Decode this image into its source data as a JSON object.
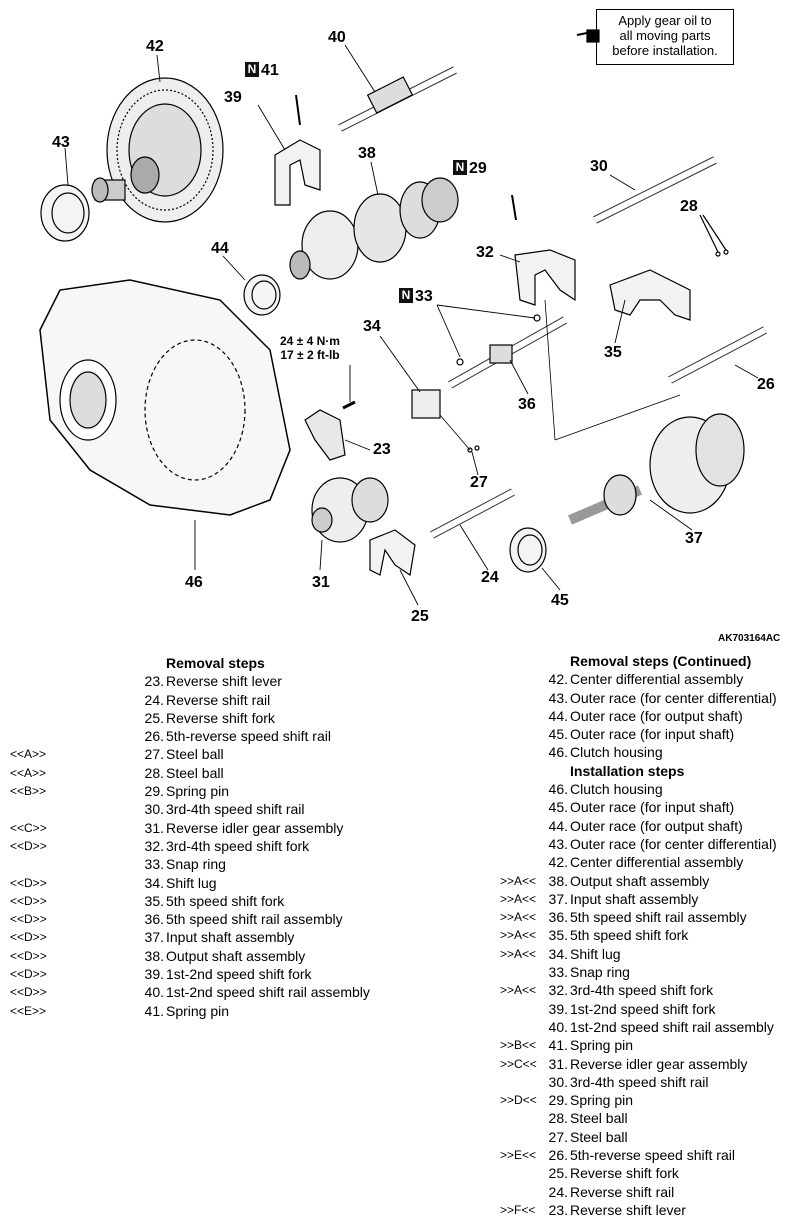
{
  "callouts": {
    "c42": "42",
    "c43": "43",
    "c40": "40",
    "c41": "41",
    "c39": "39",
    "c38": "38",
    "c29": "29",
    "c30": "30",
    "c28": "28",
    "c44": "44",
    "c32": "32",
    "c33": "33",
    "c34": "34",
    "c35": "35",
    "c36": "36",
    "c26": "26",
    "c23": "23",
    "c27": "27",
    "c46": "46",
    "c31": "31",
    "c24": "24",
    "c25": "25",
    "c45": "45",
    "c37": "37"
  },
  "n_marker": "N",
  "note": {
    "line1": "Apply gear oil to",
    "line2": "all moving parts",
    "line3": "before installation."
  },
  "torque": {
    "metric": "24 ± 4 N·m",
    "imperial": "17 ± 2 ft-lb"
  },
  "figure_id": "AK703164AC",
  "removal": {
    "title": "Removal steps",
    "steps": [
      {
        "code": "",
        "num": "23.",
        "text": "Reverse shift lever"
      },
      {
        "code": "",
        "num": "24.",
        "text": "Reverse shift rail"
      },
      {
        "code": "",
        "num": "25.",
        "text": "Reverse shift fork"
      },
      {
        "code": "",
        "num": "26.",
        "text": "5th-reverse speed shift rail"
      },
      {
        "code": "<<A>>",
        "num": "27.",
        "text": "Steel ball"
      },
      {
        "code": "<<A>>",
        "num": "28.",
        "text": "Steel ball"
      },
      {
        "code": "<<B>>",
        "num": "29.",
        "text": "Spring pin"
      },
      {
        "code": "",
        "num": "30.",
        "text": "3rd-4th speed shift rail"
      },
      {
        "code": "<<C>>",
        "num": "31.",
        "text": "Reverse idler gear assembly"
      },
      {
        "code": "<<D>>",
        "num": "32.",
        "text": "3rd-4th speed shift fork"
      },
      {
        "code": "",
        "num": "33.",
        "text": "Snap ring"
      },
      {
        "code": "<<D>>",
        "num": "34.",
        "text": "Shift lug"
      },
      {
        "code": "<<D>>",
        "num": "35.",
        "text": "5th speed shift fork"
      },
      {
        "code": "<<D>>",
        "num": "36.",
        "text": "5th speed shift rail assembly"
      },
      {
        "code": "<<D>>",
        "num": "37.",
        "text": "Input shaft assembly"
      },
      {
        "code": "<<D>>",
        "num": "38.",
        "text": "Output shaft assembly"
      },
      {
        "code": "<<D>>",
        "num": "39.",
        "text": "1st-2nd speed shift fork"
      },
      {
        "code": "<<D>>",
        "num": "40.",
        "text": "1st-2nd speed shift rail assembly"
      },
      {
        "code": "<<E>>",
        "num": "41.",
        "text": "Spring pin"
      }
    ]
  },
  "right": {
    "removal_cont_title": "Removal steps (Continued)",
    "removal_cont": [
      {
        "code": "",
        "num": "42.",
        "text": "Center differential assembly"
      },
      {
        "code": "",
        "num": "43.",
        "text": "Outer race (for center differential)"
      },
      {
        "code": "",
        "num": "44.",
        "text": "Outer race (for output shaft)"
      },
      {
        "code": "",
        "num": "45.",
        "text": "Outer race (for input shaft)"
      },
      {
        "code": "",
        "num": "46.",
        "text": "Clutch housing"
      }
    ],
    "install_title": "Installation steps",
    "install": [
      {
        "code": "",
        "num": "46.",
        "text": "Clutch housing"
      },
      {
        "code": "",
        "num": "45.",
        "text": "Outer race (for input shaft)"
      },
      {
        "code": "",
        "num": "44.",
        "text": "Outer race (for output shaft)"
      },
      {
        "code": "",
        "num": "43.",
        "text": "Outer race (for center differential)"
      },
      {
        "code": "",
        "num": "42.",
        "text": "Center differential assembly"
      },
      {
        "code": ">>A<<",
        "num": "38.",
        "text": "Output shaft assembly"
      },
      {
        "code": ">>A<<",
        "num": "37.",
        "text": "Input shaft assembly"
      },
      {
        "code": ">>A<<",
        "num": "36.",
        "text": "5th speed shift rail assembly"
      },
      {
        "code": ">>A<<",
        "num": "35.",
        "text": "5th speed shift fork"
      },
      {
        "code": ">>A<<",
        "num": "34.",
        "text": "Shift lug"
      },
      {
        "code": "",
        "num": "33.",
        "text": "Snap ring"
      },
      {
        "code": ">>A<<",
        "num": "32.",
        "text": "3rd-4th speed shift fork"
      },
      {
        "code": "",
        "num": "39.",
        "text": "1st-2nd speed shift fork"
      },
      {
        "code": "",
        "num": "40.",
        "text": "1st-2nd speed shift rail assembly"
      },
      {
        "code": ">>B<<",
        "num": "41.",
        "text": "Spring pin"
      },
      {
        "code": ">>C<<",
        "num": "31.",
        "text": "Reverse idler gear assembly"
      },
      {
        "code": "",
        "num": "30.",
        "text": "3rd-4th speed shift rail"
      },
      {
        "code": ">>D<<",
        "num": "29.",
        "text": "Spring pin"
      },
      {
        "code": "",
        "num": "28.",
        "text": "Steel ball"
      },
      {
        "code": "",
        "num": "27.",
        "text": "Steel ball"
      },
      {
        "code": ">>E<<",
        "num": "26.",
        "text": "5th-reverse speed shift rail"
      },
      {
        "code": "",
        "num": "25.",
        "text": "Reverse shift fork"
      },
      {
        "code": "",
        "num": "24.",
        "text": "Reverse shift rail"
      },
      {
        "code": ">>F<<",
        "num": "23.",
        "text": "Reverse shift lever"
      }
    ]
  }
}
